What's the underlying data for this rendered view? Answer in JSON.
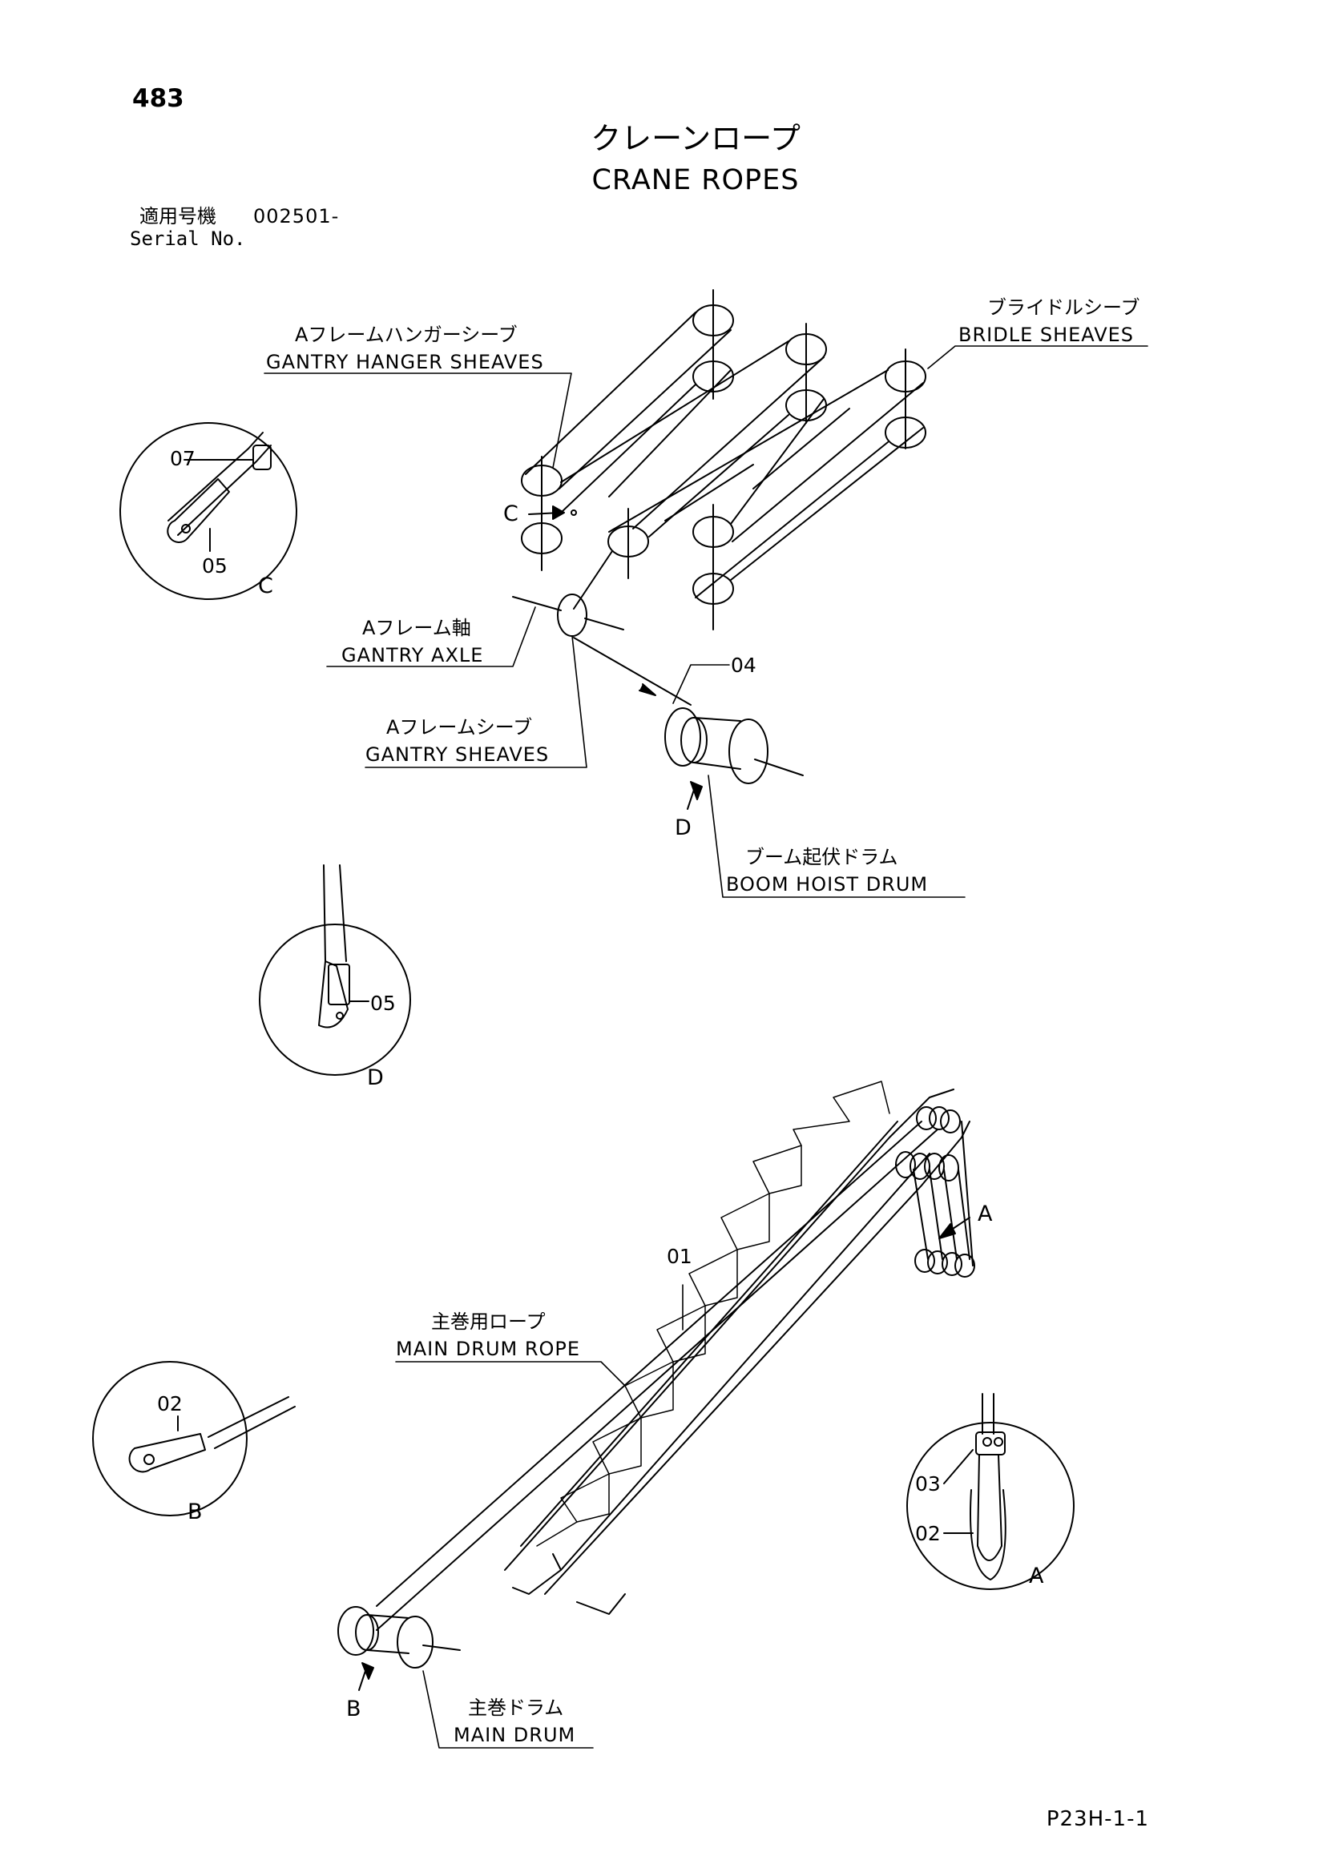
{
  "page_number": "483",
  "title": {
    "jp": "クレーンロープ",
    "en": "CRANE ROPES"
  },
  "serial": {
    "label_jp": "適用号機",
    "value": "002501-",
    "label_en": "Serial No."
  },
  "labels": {
    "gantry_hanger_sheaves": {
      "jp": "Aフレームハンガーシーブ",
      "en": "GANTRY HANGER SHEAVES"
    },
    "bridle_sheaves": {
      "jp": "ブライドルシーブ",
      "en": "BRIDLE SHEAVES"
    },
    "gantry_axle": {
      "jp": "Aフレーム軸",
      "en": "GANTRY AXLE"
    },
    "gantry_sheaves": {
      "jp": "Aフレームシーブ",
      "en": "GANTRY SHEAVES"
    },
    "boom_hoist_drum": {
      "jp": "ブーム起伏ドラム",
      "en": "BOOM HOIST DRUM"
    },
    "main_drum_rope": {
      "jp": "主巻用ロープ",
      "en": "MAIN DRUM ROPE"
    },
    "main_drum": {
      "jp": "主巻ドラム",
      "en": "MAIN DRUM"
    }
  },
  "part_numbers": {
    "p01": "01",
    "p02_b": "02",
    "p02_a": "02",
    "p03": "03",
    "p04": "04",
    "p05_c": "05",
    "p05_d": "05",
    "p07": "07"
  },
  "view_letters": {
    "c_arrow": "C",
    "c_circle": "C",
    "d_arrow": "D",
    "d_circle": "D",
    "a_arrow": "A",
    "a_circle": "A",
    "b_arrow": "B",
    "b_circle": "B"
  },
  "footer_code": "P23H-1-1"
}
